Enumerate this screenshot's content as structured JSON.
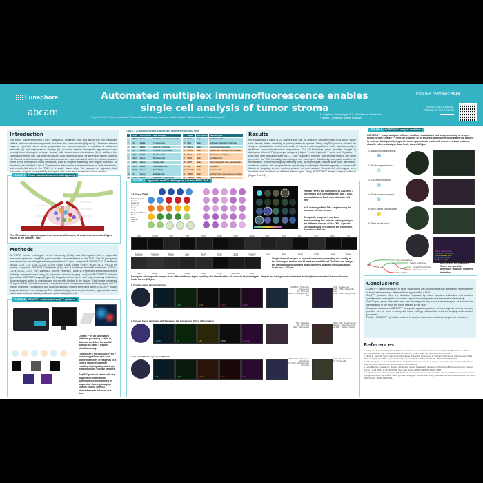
{
  "header": {
    "logos": [
      "Lunaphore",
      "abcam"
    ],
    "title": "Automated multiplex immunofluorescence enables single cell analysis of tumor stroma",
    "authors": "François Rivest¹, Victor de Gautard¹, Joanna Kowal¹, Vytautas Navikas¹, Nadine Nelson², Bastian Nicolai¹, Saška Brajković¹",
    "affiliations": [
      "¹ Lunaphore Technologies S.A., Tolochenaz, Switzerland",
      "² Abcam, Cambridge, United Kingdom"
    ],
    "poster_number_label": "POSTER NUMBER:",
    "poster_number": "4616",
    "scan_text": "SCAN TO GET A DIGITAL VERSION OF THE POSTER",
    "colors": {
      "header_bg": "#33b3c3",
      "panel_bg": "#dff1f5",
      "accent_dark": "#1a6f85",
      "orange": "#fbd4ab"
    }
  },
  "introduction": {
    "title": "Introduction",
    "text": "The tumor microenvironment (TME) consists of malignant cells and supporting non-malignant cellular and non-cellular components that form the tumor stroma (Figure 1). The tumor stroma plays an important role in tumor progression and has emerged as a modulator of anti-tumor immunity (1) and responses to therapy (2). As such, several therapeutic approaches have recently been developed to target stromal cells as anti-cancer treatments (3). In addition, the composition of the TME has been recognized as a prognostic factor for survival in cancer patients (4). Current protein-based approaches to characterize and understand better the cell composition of the tumor stroma face many limitations, such as reagent availability and lengthy protocols. In this study, we identified a list of 22 markers to characterize non-tumoral immune cells, fibroblasts, and endothelial cells in the TME, in a single tissue slide. We propose an approach that overcomes reagent incompatibility and opens new avenues of research of tumor stroma."
  },
  "figure1": {
    "label": "FIGURE 1",
    "title": "Tumor microenvironment heterogeneity",
    "caption": "The 22-markers, hyperplex panel covers several immune, stromal, and tumoral cell types found in the complex TME."
  },
  "methods": {
    "title": "Methods",
    "text": "An FFPE, human multiorgan, tumor microarray (TMA) was interrogated with a sequential immunofluorescence (seqIF™) panel enabling characterization of the TME. The 22-plex panel was created by expanding the already established 13-plex Lunaphore® SPYRE™ IO Core Panel (αSMA, CD3, CD4, CD8, CD11c, CD20, CD45, CD56, CD68, FOXP3, Ki-67, PD-1, PD-L1) by adding Lunaphore SPYRE™ Cytokeratin (CK), and 8 additional Abcam® antibodies (CD11b, CD14, CD31, CD47, FAP, LaminB1, SIRPα, Vimentin) (Table 1). Hyperplex immunofluorescent stainings were performed using the automated staining imaging Lunaphore® COMET™ platform generating OME-TIFF images (Figure 2). Negative control cycles with only secondary antibodies dispenses were added to evaluate any non-specific binding to the tissues. Each image contained 29 layers: DAPI, 2 autofluorescent, 4 negative control (one per secondary antibody type), and 22 marker channels. Visualization and postprocessing of images were done with HORIZON™ image analysis software from Lunaphore® to subtract background, segment nuclei, approximate each cell, extract features, classify cells, and output data (Figure 4)."
  },
  "figure2": {
    "label": "FIGURE 2",
    "title": "COMET™ – automated seqIF™ platform",
    "parts": [
      "Integrated microscope",
      "Control software and image viewer",
      "Reagent module",
      "Fluidic bottom",
      "Reagent module"
    ],
    "workflow": [
      "Tissue autofluorescence",
      "Staining",
      "Imaging",
      "Elution",
      "Ligand inhibition",
      "Registration / Stacking"
    ],
    "notes": [
      "COMET™ is an automated platform providing a slide-in, data-out workflow for spatial biology on up to 4 tissues simultaneously.",
      "Lunaphore's microfluidic FFeX™ technology allows fast and uniform delivery of reagents to a closed staining chamber enabling high-quality stainings within minutes instead of hours.",
      "SeqIF™ protocol starts with the acquisition of the tissue autofluorescence followed by sequential staining-imaging-elution cycles, where 2 biomarkers are detected at a time."
    ]
  },
  "table1": {
    "label": "TABLE 1",
    "title": "22 antibody targets, species, and cell types expressing them",
    "headers": [
      "#",
      "Target",
      "Host species",
      "Main cell types"
    ],
    "left_rows": [
      [
        "1",
        "αSMA",
        "Mouse",
        "Fibroblasts, smooth muscle cells"
      ],
      [
        "2",
        "CD3",
        "Rabbit",
        "T lymphocytes"
      ],
      [
        "3",
        "CD4",
        "Rabbit",
        "Helper T lymphocytes"
      ],
      [
        "4",
        "CD8",
        "Mouse",
        "Cytotoxic T lymphocytes"
      ],
      [
        "5",
        "CD11c",
        "Rabbit",
        "Dendritic cells"
      ],
      [
        "6",
        "CD20",
        "Mouse",
        "B lymphocytes"
      ],
      [
        "7",
        "CD45",
        "Mouse",
        "Immune cells"
      ],
      [
        "8",
        "CD56",
        "Rabbit",
        "Natural killer cells"
      ],
      [
        "9",
        "CD68",
        "Mouse",
        "Macrophages"
      ],
      [
        "10",
        "CK",
        "Mouse",
        "Epithelial cells"
      ],
      [
        "11",
        "FOXP3",
        "Mouse",
        "Regulatory T lymphocytes"
      ]
    ],
    "right_rows": [
      [
        "12",
        "Ki-67",
        "Rabbit",
        "Proliferating cells",
        "l"
      ],
      [
        "13",
        "PD-1",
        "Rabbit",
        "Activated / exhausted lymphocytes",
        "l"
      ],
      [
        "14",
        "PD-L1",
        "Rabbit",
        "Immunosuppressive cells",
        "l"
      ],
      [
        "15",
        "CD11b",
        "Rabbit",
        "Myeloid cells, monocytes, macrophages",
        "r"
      ],
      [
        "16",
        "CD14",
        "Rabbit",
        "Monocytes, macrophages",
        "r"
      ],
      [
        "17",
        "CD31",
        "Rabbit",
        "Endothelial cells",
        "r"
      ],
      [
        "18",
        "CD47",
        "Rabbit",
        "Red hematopoietic cells, epithelial cells",
        "r"
      ],
      [
        "19",
        "FAP",
        "Rabbit",
        "Fibroblasts",
        "r"
      ],
      [
        "20",
        "LaminB1",
        "Rabbit",
        "Nucleated cells",
        "r"
      ],
      [
        "21",
        "SIRPα",
        "Rabbit",
        "Dendritic cells, macrophages, monocytes",
        "r"
      ],
      [
        "22",
        "Vimentin",
        "Rabbit",
        "Mesenchymal cells",
        "r"
      ]
    ],
    "legend": [
      "Lunaphore SPYRE™ antibodies",
      "Abcam® antibodies"
    ]
  },
  "figure3": {
    "label": "FIGURE 3",
    "title": "Hyperplex seqIF™ stainings on a human FFPE TMA",
    "tma_title": "24 Core TMA",
    "legend_tumoral": [
      "Tumoral tissues",
      "Prostate",
      "Melanoma",
      "Colorectal",
      "Breast",
      "Lung"
    ],
    "legend_nontumoral": [
      "Non-tumoral tissues",
      "Breast",
      "Colon",
      "Appendix",
      "Tonsil"
    ],
    "tma_colors": [
      [
        "#2552a8",
        "#2552a8",
        "#2552a8",
        "#4a8fd8"
      ],
      [
        "#4a8fd8",
        "#4a8fd8",
        "#c8202a",
        "#c8202a",
        "#c8202a"
      ],
      [
        "#ee7f2a",
        "#ee7f2a",
        "#ee7f2a",
        "#f5b91e",
        "#f5b91e"
      ],
      [
        "#f5b91e",
        "#3f8f3b",
        "#3f8f3b",
        "#3f8f3b",
        "#9ccc7a"
      ],
      [
        "#9ccc7a",
        "#9ccc7a",
        "#d7eac8",
        "#d7eac8",
        "#d7eac8"
      ]
    ],
    "notes": [
      "Human FFPE TMA composed of 24 cores, 3 specimens of 5 tumoral tissues and 3 non-tumoral tissues. Each core diameter is 1 mm.",
      "H&E staining of the TMA emphasizing the structure of each tissue.",
      "Composite image of 6 markers demonstrating the cellular heterogeneity of the different tissues of the TMA. Specific cores analysed in (E) below are higlighted. Scale bar = 500 µm."
    ],
    "single_channels_row1": [
      {
        "marker": "CD3",
        "tissue": "Appendix"
      },
      {
        "marker": "FOXP3",
        "tissue": "Colorectal"
      },
      {
        "marker": "CD4",
        "tissue": "Breast"
      },
      {
        "marker": "CD8",
        "tissue": "Lung"
      },
      {
        "marker": "CD20",
        "tissue": "Tonsil"
      },
      {
        "marker": "CD56",
        "tissue": "Tonsil"
      },
      {
        "marker": "CD68",
        "tissue": "Tonsil"
      },
      {
        "marker": "αSMA",
        "tissue": "Colorectal"
      },
      {
        "marker": "PD-L1",
        "tissue": "Tonsil"
      },
      {
        "marker": "CD45",
        "tissue": "Tonsil"
      },
      {
        "marker": "PD-1",
        "tissue": "Tonsil"
      },
      {
        "marker": "Ki-67",
        "tissue": "Tonsil"
      },
      {
        "marker": "CD11c",
        "tissue": "Tonsil"
      },
      {
        "marker": "CK",
        "tissue": "Breast"
      }
    ],
    "single_channels_row2": [
      {
        "marker": "LaminB1",
        "tissue": "Tonsil"
      },
      {
        "marker": "Vimentin",
        "tissue": "Breast"
      },
      {
        "marker": "CD11b",
        "tissue": "Appendix"
      },
      {
        "marker": "CD47",
        "tissue": "Prostate"
      },
      {
        "marker": "FAP",
        "tissue": "Breast"
      },
      {
        "marker": "CD31",
        "tissue": "Tonsil"
      },
      {
        "marker": "SIRPα",
        "tissue": "Melanoma"
      },
      {
        "marker": "CD14",
        "tissue": "Tonsil"
      }
    ],
    "single_channel_note": "Single channel images in monochrome view presenting the quality of the staining of each of the 22 markers on different TMA tissues. Images are background subtracted and brightness adapted for visualization. Scale bar = 100 µm.",
    "composite_note": "Examples of composite images from different tissue types enabling the identification of several cell phenotypes. Images are background subtracted and brightness adapted for visualization. Scale bars = 100 µm.",
    "examples": [
      {
        "title": "1. Prostate acinar adenocarcinoma",
        "channels": [
          {
            "m": "CK",
            "c": "#3ab7d9"
          },
          {
            "m": "CD20",
            "c": "#36c24a"
          },
          {
            "m": "Ki-67",
            "c": "#e6d52a"
          },
          {
            "m": "CD56",
            "c": "#e0323a"
          },
          {
            "m": "CD45",
            "c": "#c94bd1"
          }
        ],
        "left_labels": [
          "CD45 Ki67⁺: Proliferating immune cells",
          "CK⁺: Tumor cells",
          "CK Ki67⁺: Proliferating tumor cells"
        ],
        "right_labels": [
          "CD45⁺: Immune cells",
          "CD45⁺ CD56⁺: Natural killer cells",
          "CD45⁺ CD20⁺: B lymphocytes"
        ]
      },
      {
        "title": "2. Invasive breast carcinoma with Squamous Cell Carcinomas (SCCs) differentiation",
        "channels": [
          {
            "m": "LaminB1",
            "c": "#3ab7d9"
          },
          {
            "m": "CK",
            "c": "#36c24a"
          },
          {
            "m": "FAP",
            "c": "#e6d52a"
          },
          {
            "m": "αSMA",
            "c": "#dddddd"
          },
          {
            "m": "Vimentin",
            "c": "#c94bd1"
          }
        ],
        "left_labels": [
          "FAP⁺: Fibroblasts",
          "CK⁺: Tumor cells",
          "αSMA⁺: Blood vessels"
        ],
        "right_labels": [
          "αSMA⁺ FAP⁺: Smooth muscles",
          "Vimentin⁺: Mesenchymal cells",
          "LaminB1⁺: Nuclear envelopes"
        ]
      },
      {
        "title": "3. Non-Small Cell Lung Cancer (NSCLC)",
        "channels": [
          {
            "m": "CD47",
            "c": "#3ab7d9"
          },
          {
            "m": "SIRPα",
            "c": "#36c24a"
          },
          {
            "m": "CD14",
            "c": "#ee7f2a"
          },
          {
            "m": "CD31",
            "c": "#e0323a"
          },
          {
            "m": "CK",
            "c": "#c94bd1"
          }
        ],
        "left_labels": [
          "SIRPα⁺ CD14⁺: Monocytes / Macrophages",
          "CK⁺ CD47⁺: Immunoevasive tumor cells"
        ],
        "right_labels": [
          "CD31⁺: Endothelial cells",
          "CK⁺: Tumor cells"
        ]
      }
    ]
  },
  "results": {
    "title": "Results",
    "text": "We established a panel of 22 markers that can be analyzed simultaneously on a single tissue slide despite limited variability in primary antibody species. Using seqIF™ protocol allowed the study of colocalization and co-expression of markers not compatible to study simultaneously in traditional immunofluorescence approaches. Our 22-biomarker panel provides insight to distinguish different T lymphocyte subtypes (Helper T cells, Cytotoxic T cells, and Regulatory T cells) and their activation state (PD-1, Ki-67 positivity), together with several myeloid cell types present in the TME including macrophages and monocytes. Additionally, our panel enables the identification of several antigen-presenting cells, B lymphocytes, natural killer cells, fibroblasts, and blood vessels. We also provide an opportunity to investigate the heterogeneity of cancer cells thanks to targeting several markers present on their surface. Several cell phenotypes were identified and localized on different tissue types using HORIZON™ image analysis software (Figure 3 and 4)."
  },
  "figure4": {
    "label": "FIGURE 4",
    "title": "HORIZON™ analysis workflow",
    "intro": "HORIZON™ image analysis software enables visualization and postprocessing of images acquired with COMET™. Here, an example of an analysis workflow demonstrates the options to subtract background, segment nuclei, approximate each cell, extract relevant features, classify cells, and output data. Scale bars = 100 µm.",
    "steps": [
      "1. Background subtraction",
      "2. Nuclei segmentation",
      "3. Cell approximation",
      "4. Feature measurement",
      "5. Rule-based classification",
      "6. Data visualization"
    ],
    "panel_tags": [
      "1",
      "2–3",
      "4–5",
      "6"
    ],
    "class_legend": [
      {
        "label": "Helper T Lymphocytes",
        "color": "#e04ad0"
      },
      {
        "label": "Cytotoxic T Lymphocytes",
        "color": "#3fcf3f"
      },
      {
        "label": "Tumor Epithelial Cells",
        "color": "#e6e62a"
      },
      {
        "label": "Other Immune Cells",
        "color": "#3ab7d9"
      },
      {
        "label": "Other Cell Types",
        "color": "#bbbbbb"
      }
    ],
    "tree_nodes": [
      "CK",
      "CD45",
      "CD4",
      "CD8",
      "Tumor Epithelial Cells",
      "Helper T Lymphocytes",
      "Cytotoxic T Lymphocytes",
      "Other Immune Cells",
      "Other Cell Types"
    ],
    "tree_note": "Decision tree used to define the rules of the classifier. Green line: positive detection. Red line: negative detection."
  },
  "conclusions": {
    "title": "Conclusions",
    "items": [
      "COMET™ platform enabled in detail studying of TME components and highlighted heterogeneity of tumor stroma across different tissue types within a TMA.",
      "SeqIF™ protocol lifted the limitation imposed by same species antibodies and enabled simultaneous interrogation of marker expression while preserving their spatial relationship.",
      "The 22-plex panel presented here sets the stage for any tumor stroma analysis as it allows the identification of the main cell types present in the TME.",
      "Our panel showcases COMET™ as supplier-agnostic platform, where reagents coming from any provider can be used to study the tissue biology, without the need for lengthy customization processes.",
      "Finally, HORIZON™ provides features to analyze tissue composition at single-cell resolution."
    ]
  },
  "references": {
    "title": "References",
    "items": [
      "1. Salmon H, Remark R, Gnjatic S, Merad M. Host tissue determinants of tumour immunity. Nat Rev Cancer. 2019 Apr;19(4):215-227. doi: 10.1038/s41568-019-0125-9. PMID: 30867580; PMCID: PMC7787168.",
      "2. Hirata E, Sahai E. Tumor Microenvironment and Differential Responses to Therapy. Cold Spring Harb Perspect Med. 2017 Jul 5;7(7):a026781. doi: 10.1101/cshperspect.a026781. PMID: 28213438; PMCID: PMC5495051.",
      "3. Valkenburg KC, de Groot AE, Pienta KJ. Targeting the tumour stroma to improve cancer therapy. Nat Rev Clin Oncol. 2018 Jun;15(6):366-381. doi: 10.1038/s41571-018-0007-1.",
      "4. Leire Bejarano, Marta J.C. Jordão, Johanna A. Joyce; Therapeutic Targeting of the Tumor Microenvironment. Cancer Discov 1 April 2021; 11 (4): 933–959. https://doi.org/10.1158/2159-8290.CD-20-1808",
      "5. Fuge O, Caims L, Etea Heygate MB, Tarbox G, Gauda-Fromanc C, Inekman WH. Immune infiltration in human tumors: a prognostic factor that should not be ignored. Oncogene. 2010 Feb 25;29(8):1093-102. doi: 10.1038/onc.2009.416. Epub 2009 Nov 30. PMID: 19946335."
    ]
  }
}
